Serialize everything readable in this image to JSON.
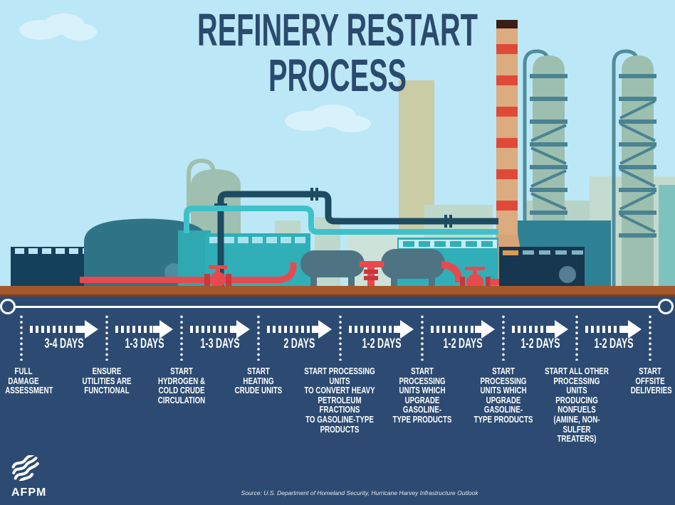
{
  "title": {
    "line1": "REFINERY RESTART",
    "line2": "PROCESS"
  },
  "timeline": {
    "durations": [
      "3-4 DAYS",
      "1-3 DAYS",
      "1-3 DAYS",
      "2 DAYS",
      "1-2 DAYS",
      "1-2 DAYS",
      "1-2 DAYS",
      "1-2 DAYS"
    ],
    "steps": [
      "FULL\nDAMAGE\nASSESSMENT",
      "ENSURE\nUTILITIES ARE\nFUNCTIONAL",
      "START\nHYDROGEN &\nCOLD CRUDE\nCIRCULATION",
      "START\nHEATING\nCRUDE UNITS",
      "START PROCESSING UNITS\nTO CONVERT HEAVY\nPETROLEUM FRACTIONS\nTO GASOLINE-TYPE\nPRODUCTS",
      "START PROCESSING\nUNITS WHICH\nUPGRADE GASOLINE-\nTYPE PRODUCTS",
      "START PROCESSING\nUNITS WHICH\nUPGRADE GASOLINE-\nTYPE PRODUCTS",
      "START ALL OTHER\nPROCESSING UNITS\nPRODUCING NONFUELS\n(AMINE, NON-SULFER\nTREATERS)",
      "START\nOFFSITE\nDELIVERIES"
    ]
  },
  "footer": {
    "logo_text": "AFPM",
    "source": "Source: U.S. Department of Homeland Security, Hurricane Harvey Infrastructure Outlook"
  },
  "icons": {
    "logo": "afpm-waves-icon",
    "arrow": "dashed-arrow-right",
    "timeline_marker": "open-ring"
  },
  "colors": {
    "sky": "#BCE7F6",
    "cloud": "#D9F1FB",
    "panel_navy": "#2D4B72",
    "title_navy": "#2A4A6E",
    "ground_brown": "#A4582C",
    "teal_building": "#31AFB8",
    "teal_tank_dark": "#2F7386",
    "navy_tank": "#15405B",
    "sage": "#9FC0B0",
    "khaki": "#C9CCA5",
    "chimney_tan": "#DCAB80",
    "stripe_red": "#DF4A38",
    "pipe_red": "#E64A4E",
    "pipe_dark": "#1C4B62",
    "pipe_light": "#3FC1C9",
    "text_white": "#FFFFFF"
  }
}
